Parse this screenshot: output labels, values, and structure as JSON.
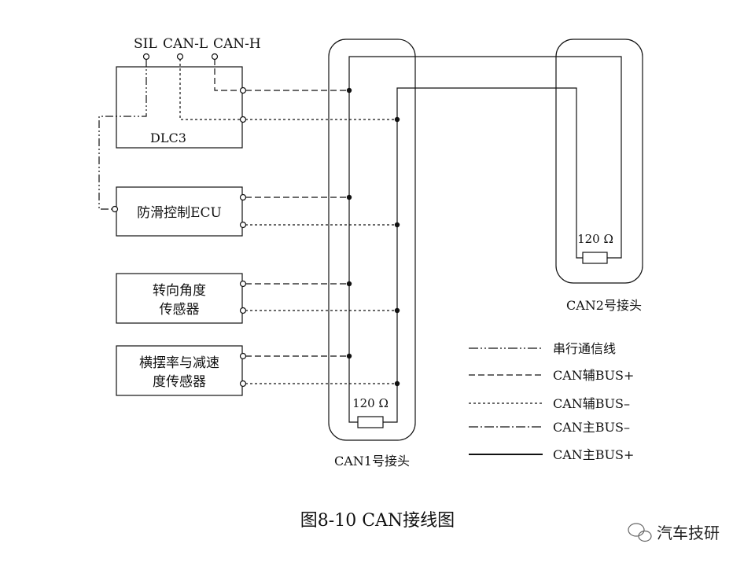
{
  "pins": {
    "sil": "SIL",
    "can_l": "CAN-L",
    "can_h": "CAN-H"
  },
  "modules": {
    "dlc3": "DLC3",
    "abs_ecu": "防滑控制ECU",
    "steering_sensor": [
      "转向角度",
      "传感器"
    ],
    "yaw_sensor": [
      "横摆率与减速",
      "度传感器"
    ]
  },
  "junctions": {
    "can1": {
      "label": "CAN1号接头",
      "resistor": "120 Ω"
    },
    "can2": {
      "label": "CAN2号接头",
      "resistor": "120 Ω"
    }
  },
  "legend": [
    {
      "label": "串行通信线",
      "style": "dash-dot-dot"
    },
    {
      "label": "CAN辅BUS+",
      "style": "dashed"
    },
    {
      "label": "CAN辅BUS–",
      "style": "dotted"
    },
    {
      "label": "CAN主BUS–",
      "style": "dash-dot"
    },
    {
      "label": "CAN主BUS+",
      "style": "solid"
    }
  ],
  "caption": "图8-10 CAN接线图",
  "watermark": "汽车技研",
  "colors": {
    "line": "#111111",
    "background": "#ffffff"
  }
}
